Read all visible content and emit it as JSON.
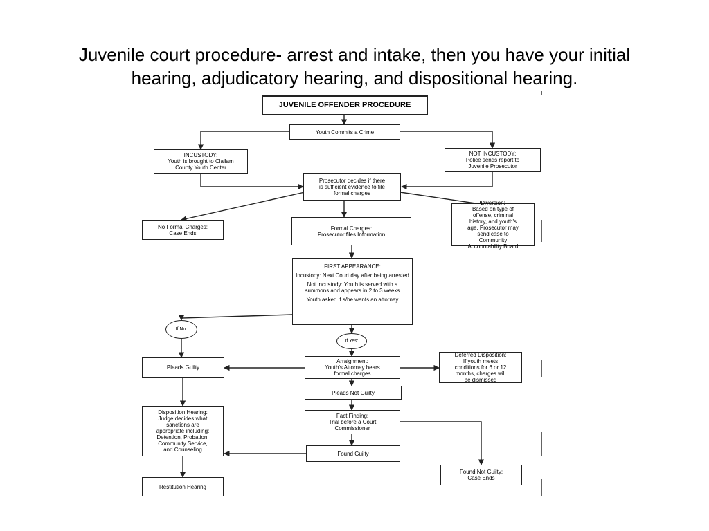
{
  "slide": {
    "title_line1": "Juvenile court procedure- arrest and intake, then you have your initial",
    "title_line2": "hearing, adjudicatory hearing, and dispositional hearing."
  },
  "flowchart": {
    "heading": "JUVENILE OFFENDER PROCEDURE",
    "youth_commits": "Youth Commits a Crime",
    "incustody": [
      "INCUSTODY:",
      "Youth is brought to Clallam",
      "County Youth Center"
    ],
    "not_incustody": [
      "NOT INCUSTODY:",
      "Police sends report to",
      "Juvenile Prosecutor"
    ],
    "prosecutor_decides": [
      "Prosecutor decides if there",
      "is sufficient evidence to file",
      "formal charges"
    ],
    "no_formal_charges": [
      "No Formal Charges:",
      "Case Ends"
    ],
    "formal_charges": [
      "Formal Charges:",
      "Prosecutor files Information"
    ],
    "diversion": [
      "Diversion:",
      "Based on type of",
      "offense, criminal",
      "history, and youth's",
      "age, Prosecutor may",
      "send case to",
      "Community",
      "Accountability Board"
    ],
    "first_appearance": {
      "heading": "FIRST APPEARANCE:",
      "incustody": "Incustody: Next Court day after being arrested",
      "not_incustody": "Not Incustody: Youth is served with a summons and appears in 2 to 3 weeks",
      "attorney": "Youth asked if s/he wants an attorney"
    },
    "if_no": "If No:",
    "if_yes": "If Yes:",
    "pleads_guilty": "Pleads Guilty",
    "arraignment": [
      "Arraignment:",
      "Youth's Attorney hears",
      "formal charges"
    ],
    "deferred": [
      "Deferred Disposition:",
      "If youth meets",
      "conditions for 6 or 12",
      "months, charges will",
      "be dismissed"
    ],
    "pleads_not_guilty": "Pleads Not Guilty",
    "disposition": [
      "Disposition Hearing:",
      "Judge decides what",
      "sanctions are",
      "appropriate including:",
      "Detention, Probation,",
      "Community Service,",
      "and Counseling"
    ],
    "fact_finding": [
      "Fact Finding:",
      "Trial before a Court",
      "Commissioner"
    ],
    "found_guilty": "Found Guilty",
    "found_not_guilty": [
      "Found Not Guilty:",
      "Case Ends"
    ],
    "restitution": "Restitution Hearing"
  },
  "colors": {
    "line": "#222222",
    "background": "#ffffff"
  }
}
